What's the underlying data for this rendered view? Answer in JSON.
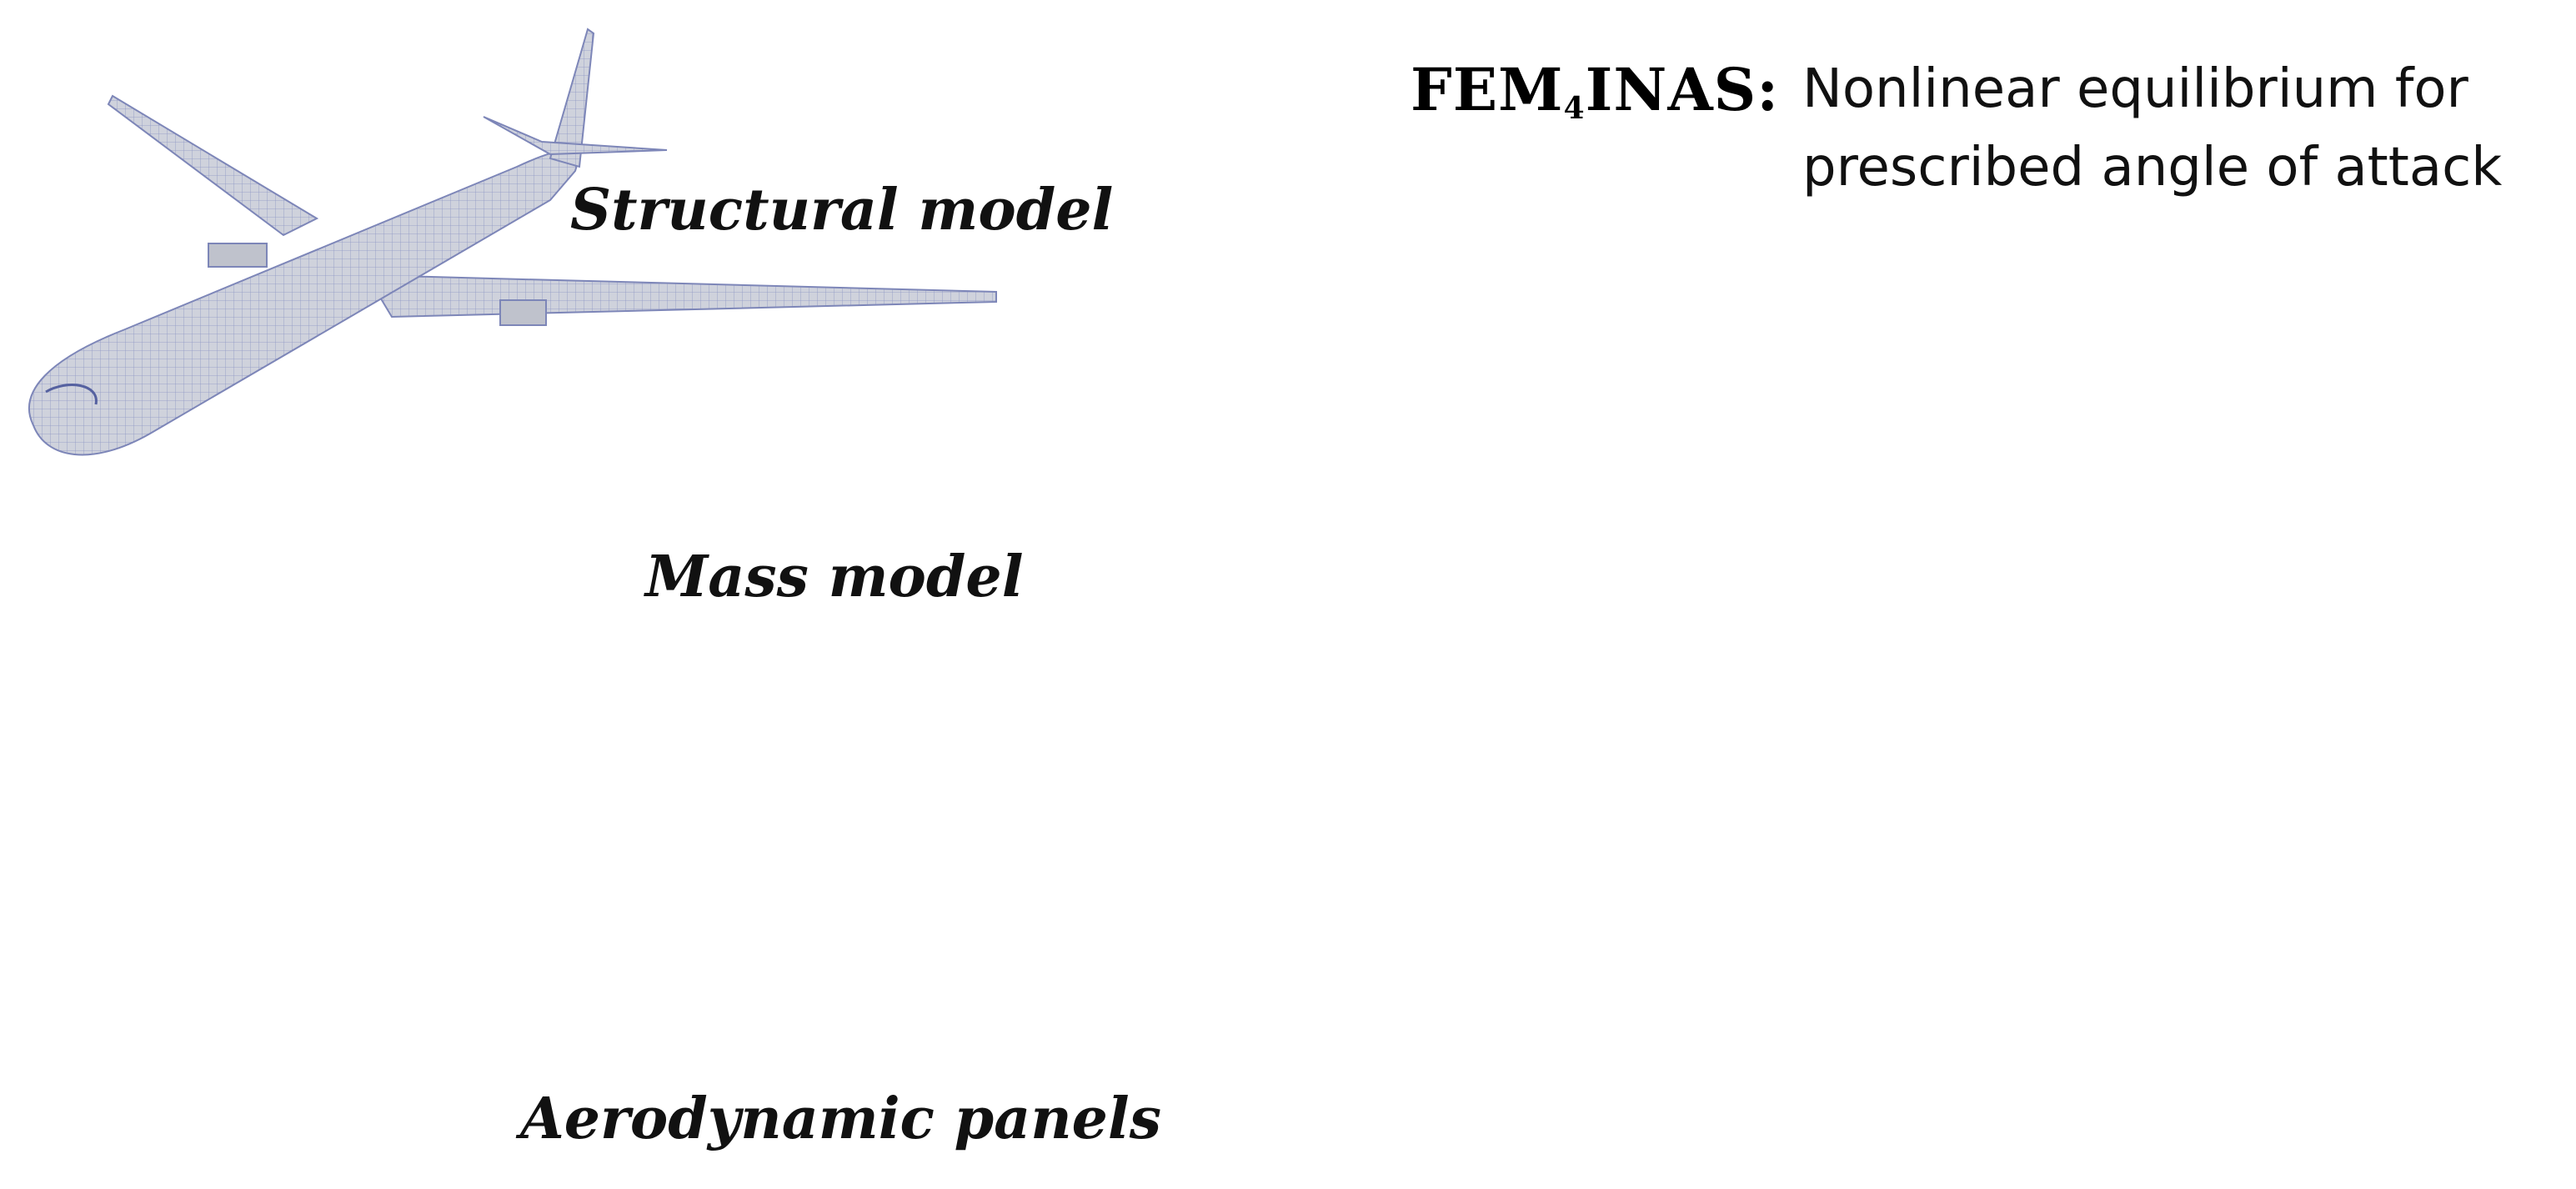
{
  "labels": {
    "structural": "Structural model",
    "mass": "Mass model",
    "aero": "Aerodynamic panels"
  },
  "title": {
    "brand_main": "FEM",
    "brand_sub": "4",
    "brand_tail": "INAS:",
    "line1": "Nonlinear equilibrium for",
    "line2": "prescribed angle of attack"
  },
  "colors": {
    "structure": "#c9ccd6",
    "structure_edge": "#7d86b8",
    "aero_fill": "#e9e0d6",
    "aero_grid": "#d9534f",
    "deformed": "#d8d3c2",
    "brace": "#4a5fae"
  }
}
